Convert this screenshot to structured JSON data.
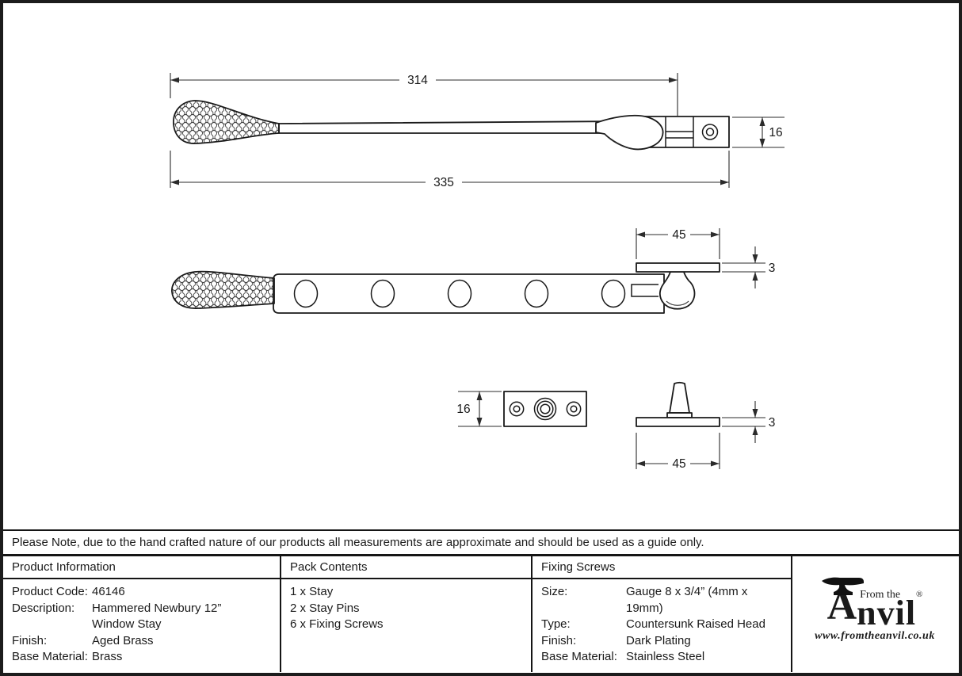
{
  "note": {
    "text": "Please Note, due to the hand crafted nature of our products all measurements are approximate and should be used as a guide only."
  },
  "drawing": {
    "side_view": {
      "dim_pivot_length": "314",
      "dim_total_length": "335",
      "dim_end_height": "16"
    },
    "plan_view": {
      "dim_keeper_width": "45",
      "dim_keeper_thickness": "3"
    },
    "plate_view": {
      "dim_height": "16"
    },
    "pin_view": {
      "dim_width": "45",
      "dim_thickness": "3"
    }
  },
  "table": {
    "product_info": {
      "header": "Product Information",
      "rows": [
        {
          "label": "Product Code:",
          "value": "46146"
        },
        {
          "label": "Description:",
          "value": "Hammered Newbury 12” Window Stay"
        },
        {
          "label": "Finish:",
          "value": "Aged Brass"
        },
        {
          "label": "Base Material:",
          "value": "Brass"
        }
      ]
    },
    "pack_contents": {
      "header": "Pack Contents",
      "items": [
        "1 x Stay",
        "2 x Stay Pins",
        "6 x Fixing Screws"
      ]
    },
    "fixing_screws": {
      "header": "Fixing Screws",
      "rows": [
        {
          "label": "Size:",
          "value": "Gauge 8 x 3/4” (4mm x 19mm)"
        },
        {
          "label": "Type:",
          "value": "Countersunk Raised Head"
        },
        {
          "label": "Finish:",
          "value": "Dark Plating"
        },
        {
          "label": "Base Material:",
          "value": "Stainless Steel"
        }
      ]
    }
  },
  "logo": {
    "brand_prefix": "From the",
    "brand_initial": "A",
    "brand_rest": "nvil",
    "registered": "®",
    "url": "www.fromtheanvil.co.uk"
  },
  "colors": {
    "line": "#1a1a1a",
    "background": "#ffffff"
  }
}
